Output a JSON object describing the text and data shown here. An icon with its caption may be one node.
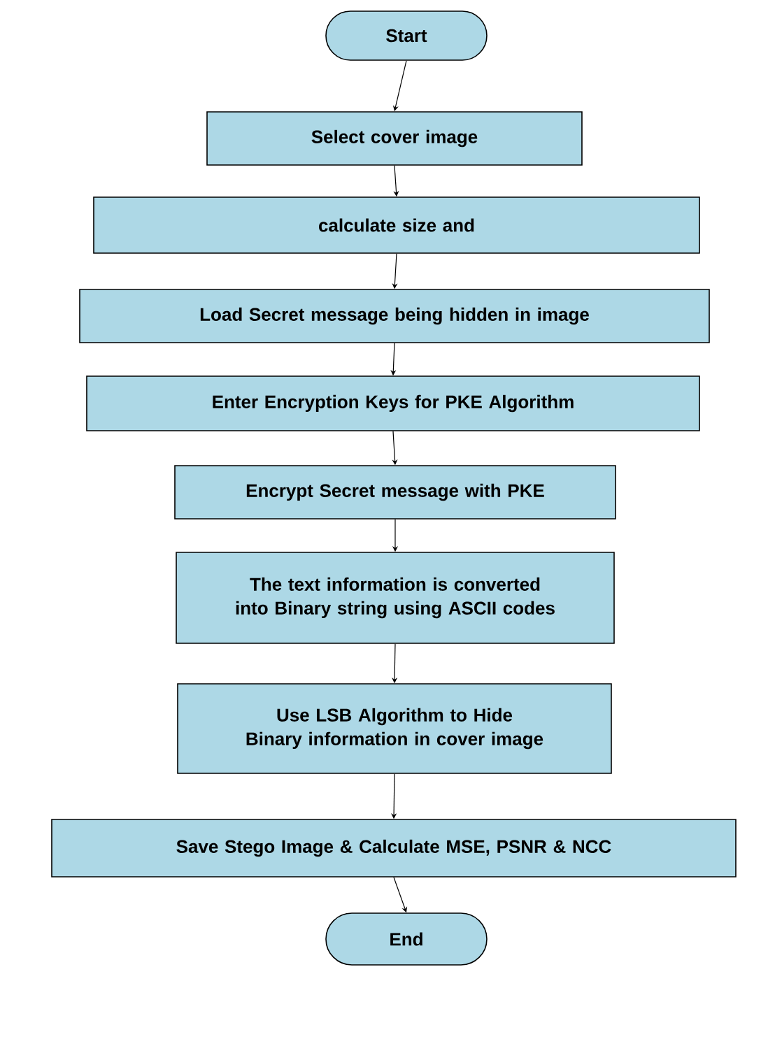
{
  "diagram": {
    "nodes": [
      {
        "text": [
          "Start"
        ]
      },
      {
        "text": [
          "Select cover image"
        ]
      },
      {
        "text": [
          "calculate size and"
        ]
      },
      {
        "text": [
          "Load Secret message being hidden in image"
        ]
      },
      {
        "text": [
          "Enter Encryption Keys for PKE Algorithm"
        ]
      },
      {
        "text": [
          "Encrypt Secret message with PKE"
        ]
      },
      {
        "text": [
          "The text information is converted into Binary string using ASCII codes"
        ]
      },
      {
        "text": [
          "Use LSB Algorithm to Hide Binary information in cover image"
        ]
      },
      {
        "text": [
          "Save Stego Image & Calculate MSE, PSNR & NCC"
        ]
      },
      {
        "text": [
          "End"
        ]
      }
    ],
    "edges": [
      {
        "from": 0,
        "to": 1,
        "arrow": "to"
      },
      {
        "from": 1,
        "to": 2,
        "arrow": "to"
      },
      {
        "from": 2,
        "to": 3,
        "arrow": "to"
      },
      {
        "from": 3,
        "to": 4,
        "arrow": "to"
      },
      {
        "from": 4,
        "to": 5,
        "arrow": "to"
      },
      {
        "from": 5,
        "to": 6,
        "arrow": "to"
      },
      {
        "from": 6,
        "to": 7,
        "arrow": "to"
      },
      {
        "from": 7,
        "to": 8,
        "arrow": "to"
      },
      {
        "from": 8,
        "to": 9,
        "arrow": "to"
      }
    ]
  }
}
